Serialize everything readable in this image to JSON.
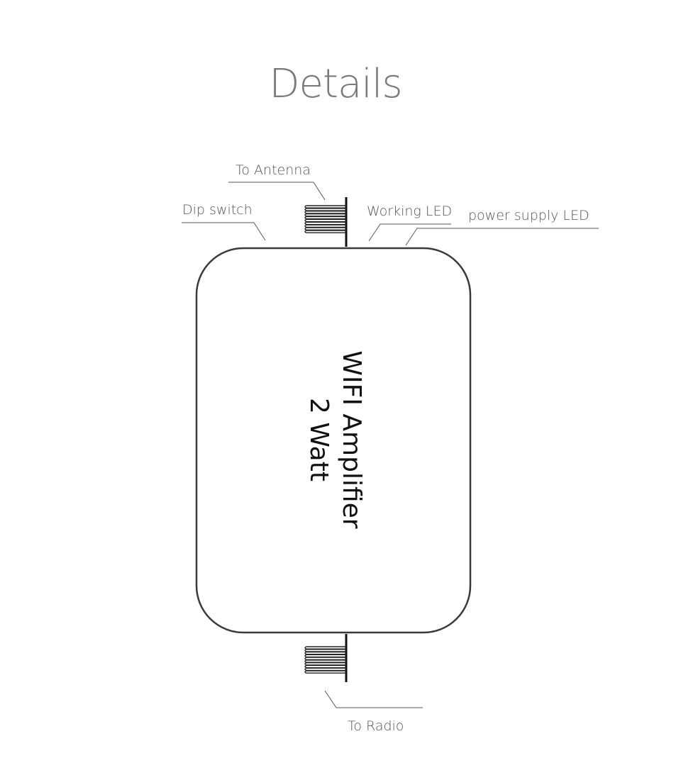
{
  "page_title": "Details",
  "device": {
    "line1": "WIFI Amplifier",
    "line2": "2 Watt"
  },
  "callouts": {
    "to_antenna": "To Antenna",
    "dip_switch": "Dip switch",
    "working_led": "Working LED",
    "power_supply_led": "power supply LED",
    "to_radio": "To Radio"
  },
  "colors": {
    "title": "#7a7a7a",
    "outline": "#3a3a3a",
    "leader_line": "#555555",
    "device_text": "#111111"
  }
}
